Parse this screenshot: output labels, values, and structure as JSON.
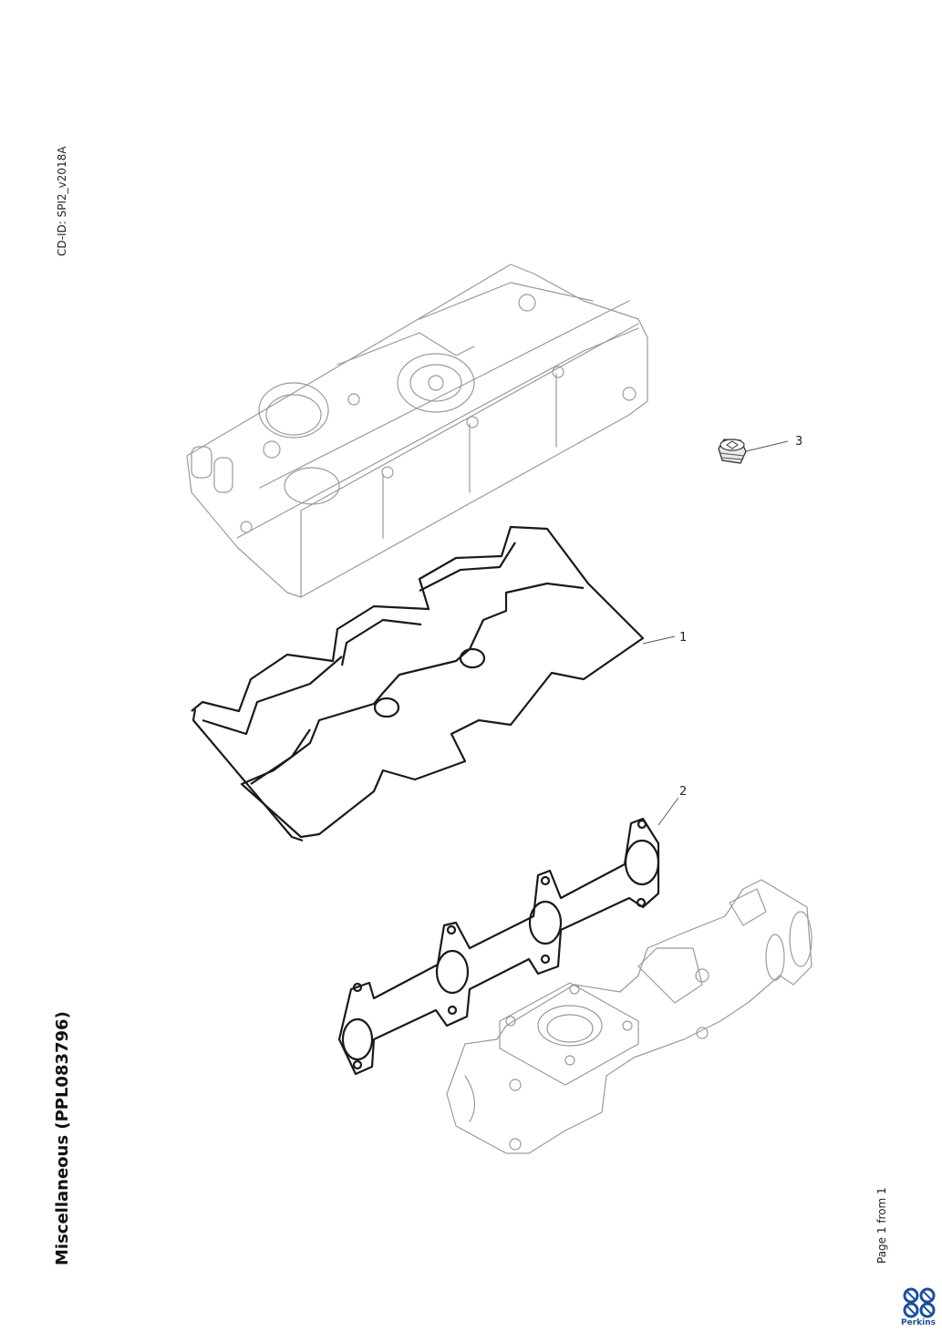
{
  "header": {
    "cd_id": "CD-ID: SPI2_v2018A"
  },
  "title": "Miscellaneous (PPL083796)",
  "footer": {
    "page": "Page 1 from 1",
    "brand": "Perkins"
  },
  "callouts": [
    {
      "id": "1",
      "label": "1"
    },
    {
      "id": "2",
      "label": "2"
    },
    {
      "id": "3",
      "label": "3"
    }
  ],
  "colors": {
    "line_dark": "#1a1a1a",
    "line_ghost": "#9a9a9a",
    "brand_blue": "#1b4f9c"
  }
}
